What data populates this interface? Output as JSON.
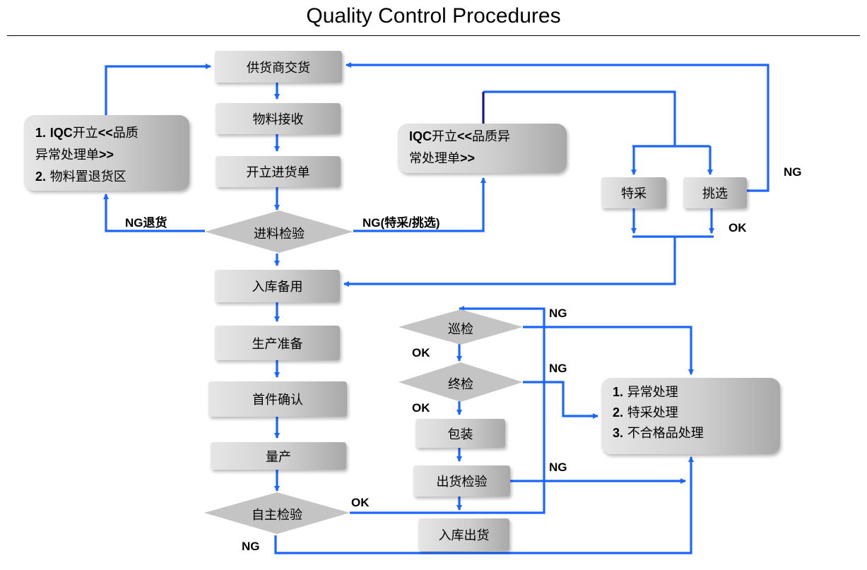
{
  "title": "Quality Control Procedures",
  "boxes": {
    "supplier_delivery": "供货商交货",
    "material_receipt": "物料接收",
    "issue_receipt": "开立进货单",
    "warehouse_standby": "入库备用",
    "production_prep": "生产准备",
    "first_article": "首件确认",
    "mass_production": "量产",
    "special_purchase": "特采",
    "sorting": "挑选",
    "packing": "包装",
    "warehouse_ship": "入库出货"
  },
  "diamonds": {
    "incoming_inspection": "进料检验",
    "patrol_inspection": "巡检",
    "final_inspection": "终检",
    "shipping_inspection": "出货检验",
    "self_inspection": "自主检验"
  },
  "return_box": {
    "line1_num": "1.",
    "line1_bold": "IQC",
    "line1_a": "开立",
    "line1_b": "<<",
    "line1_c": "品质",
    "line2_a": "异常处理单",
    "line2_b": ">>",
    "line3_num": "2.",
    "line3": "物料置退货区"
  },
  "iqc_box": {
    "bold": "IQC",
    "a": "开立",
    "b": "<<",
    "c": "品质异",
    "d": "常处理单",
    "e": ">>"
  },
  "handling_box": {
    "items": [
      {
        "num": "1.",
        "text": "异常处理"
      },
      {
        "num": "2.",
        "text": "特采处理"
      },
      {
        "num": "3.",
        "text": "不合格品处理"
      }
    ]
  },
  "labels": {
    "ng_return": "NG退货",
    "ng_special_sort": "NG(特采/挑选)",
    "ng_sort": "NG",
    "ok_special": "OK",
    "ng_patrol": "NG",
    "ok_patrol": "OK",
    "ng_final": "NG",
    "ok_final": "OK",
    "ng_shipping": "NG",
    "ok_self": "OK",
    "ng_self": "NG"
  },
  "colors": {
    "arrow": "#1a66ff",
    "box_fill": "#cfcfcf",
    "dark_line": "#1a1a8c"
  }
}
